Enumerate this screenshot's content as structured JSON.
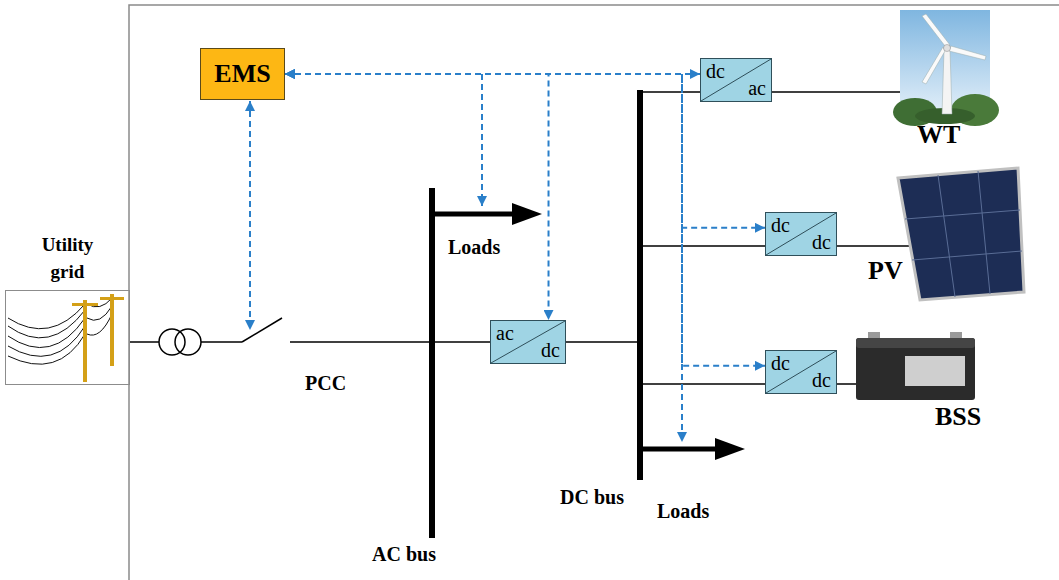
{
  "diagram": {
    "nodes": [
      {
        "text": [
          "EMS"
        ]
      },
      {
        "text": [
          "dc",
          "ac"
        ]
      },
      {
        "text": [
          "Utility grid"
        ]
      },
      {
        "text": [
          "dc",
          "dc"
        ]
      },
      {
        "text": [
          "ac",
          "dc"
        ]
      },
      {
        "text": [
          "dc",
          "dc"
        ]
      }
    ],
    "edges": [
      {
        "from": 0,
        "to": 1,
        "arrow": "both"
      },
      {
        "from": 0,
        "to": 3,
        "arrow": "both"
      },
      {
        "from": 0,
        "to": 4,
        "arrow": "both"
      },
      {
        "from": 0,
        "to": 5,
        "arrow": "both"
      }
    ],
    "labels": [
      "WT",
      "Loads",
      "PV",
      "PCC",
      "BSS",
      "DC bus",
      "Loads",
      "AC bus"
    ]
  }
}
